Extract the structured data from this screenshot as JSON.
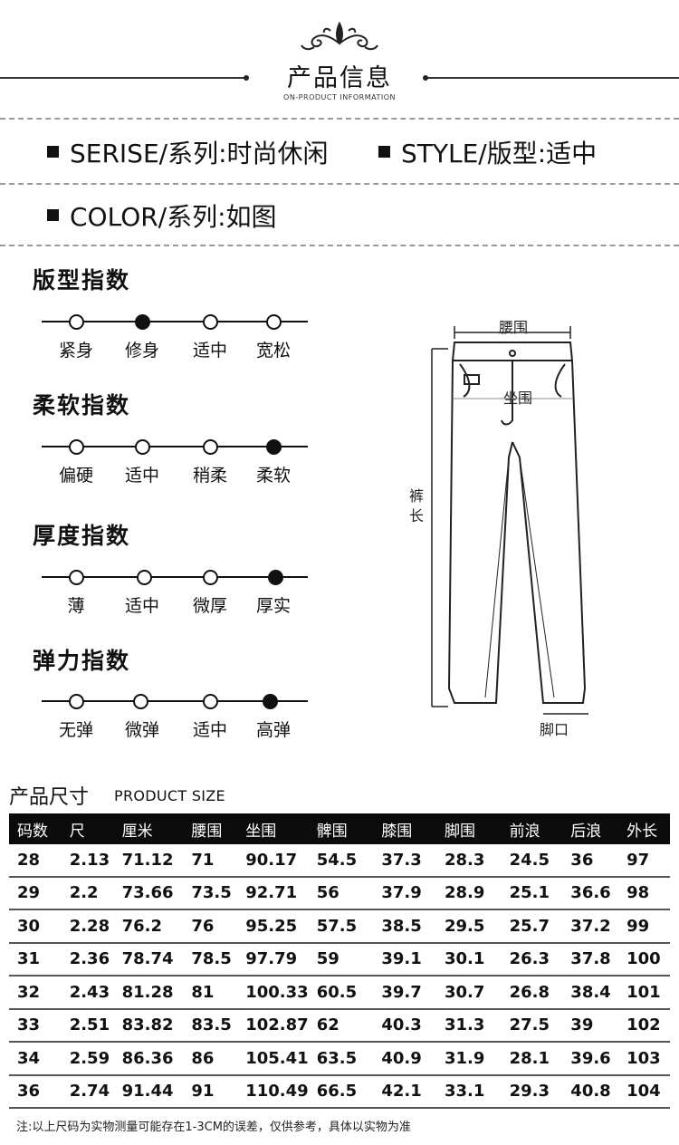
{
  "header": {
    "title": "产品信息",
    "subtitle": "ON-PRODUCT INFORMATION"
  },
  "specs": {
    "serise": "SERISE/系列:时尚休闲",
    "style": "STYLE/版型:适中",
    "color": "COLOR/系列:如图"
  },
  "indices": [
    {
      "title": "版型指数",
      "labels": [
        "紧身",
        "修身",
        "适中",
        "宽松"
      ],
      "selected": 1
    },
    {
      "title": "柔软指数",
      "labels": [
        "偏硬",
        "适中",
        "稍柔",
        "柔软"
      ],
      "selected": 3
    },
    {
      "title": "厚度指数",
      "labels": [
        "薄",
        "适中",
        "微厚",
        "厚实"
      ],
      "selected": 3
    },
    {
      "title": "弹力指数",
      "labels": [
        "无弹",
        "微弹",
        "适中",
        "高弹"
      ],
      "selected": 3
    }
  ],
  "diagram": {
    "waist": "腰围",
    "hip": "坐围",
    "length_1": "裤",
    "length_2": "长",
    "hem": "脚口"
  },
  "size_table": {
    "title": "产品尺寸",
    "subtitle": "PRODUCT SIZE",
    "headers": [
      "码数",
      "尺",
      "厘米",
      "腰围",
      "坐围",
      "髀围",
      "膝围",
      "脚围",
      "前浪",
      "后浪",
      "外长"
    ],
    "rows": [
      [
        "28",
        "2.13",
        "71.12",
        "71",
        "90.17",
        "54.5",
        "37.3",
        "28.3",
        "24.5",
        "36",
        "97"
      ],
      [
        "29",
        "2.2",
        "73.66",
        "73.5",
        "92.71",
        "56",
        "37.9",
        "28.9",
        "25.1",
        "36.6",
        "98"
      ],
      [
        "30",
        "2.28",
        "76.2",
        "76",
        "95.25",
        "57.5",
        "38.5",
        "29.5",
        "25.7",
        "37.2",
        "99"
      ],
      [
        "31",
        "2.36",
        "78.74",
        "78.5",
        "97.79",
        "59",
        "39.1",
        "30.1",
        "26.3",
        "37.8",
        "100"
      ],
      [
        "32",
        "2.43",
        "81.28",
        "81",
        "100.33",
        "60.5",
        "39.7",
        "30.7",
        "26.8",
        "38.4",
        "101"
      ],
      [
        "33",
        "2.51",
        "83.82",
        "83.5",
        "102.87",
        "62",
        "40.3",
        "31.3",
        "27.5",
        "39",
        "102"
      ],
      [
        "34",
        "2.59",
        "86.36",
        "86",
        "105.41",
        "63.5",
        "40.9",
        "31.9",
        "28.1",
        "39.6",
        "103"
      ],
      [
        "36",
        "2.74",
        "91.44",
        "91",
        "110.49",
        "66.5",
        "42.1",
        "33.1",
        "29.3",
        "40.8",
        "104"
      ]
    ]
  },
  "note": "注:以上尺码为实物测量可能存在1-3CM的误差，仅供参考，具体以实物为准"
}
